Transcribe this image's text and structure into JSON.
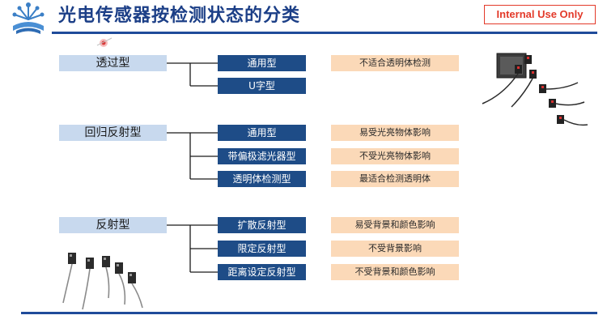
{
  "header": {
    "title": "光电传感器按检测状态的分类",
    "badge": "Internal Use Only"
  },
  "categories": [
    {
      "label": "透过型",
      "items": [
        {
          "label": "通用型",
          "note": "不适合透明体检测"
        },
        {
          "label": "U字型",
          "note": ""
        }
      ]
    },
    {
      "label": "回归反射型",
      "items": [
        {
          "label": "通用型",
          "note": "易受光亮物体影响"
        },
        {
          "label": "带偏极滤光器型",
          "note": "不受光亮物体影响"
        },
        {
          "label": "透明体检测型",
          "note": "最适合检测透明体"
        }
      ]
    },
    {
      "label": "反射型",
      "items": [
        {
          "label": "扩散反射型",
          "note": "易受背景和颜色影响"
        },
        {
          "label": "限定反射型",
          "note": "不受背景影响"
        },
        {
          "label": "距离设定反射型",
          "note": "不受背景和颜色影响"
        }
      ]
    }
  ],
  "colors": {
    "primary": "#1e4c87",
    "category_fill": "#c8d9ee",
    "note_fill": "#fbd9b8",
    "badge": "#e33a2a"
  }
}
